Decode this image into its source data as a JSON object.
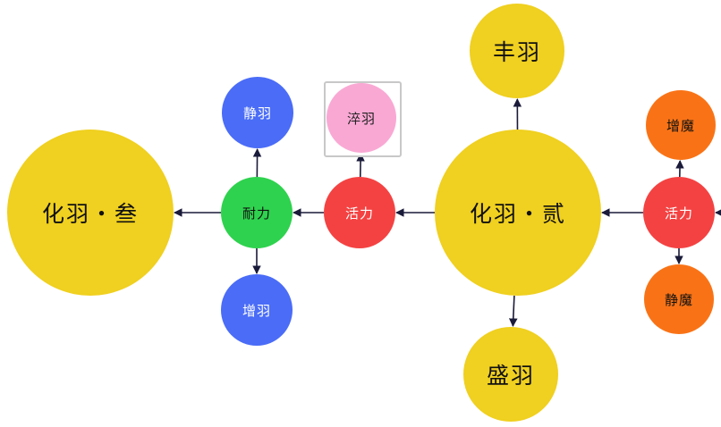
{
  "nodes": {
    "hua_san": {
      "label": "化羽・叁",
      "color": "#f0d020",
      "text_color": "#111111"
    },
    "hua_er": {
      "label": "化羽・贰",
      "color": "#f0d020",
      "text_color": "#111111"
    },
    "feng_yu": {
      "label": "丰羽",
      "color": "#f0d020",
      "text_color": "#111111"
    },
    "sheng_yu": {
      "label": "盛羽",
      "color": "#f0d020",
      "text_color": "#111111"
    },
    "nai_li": {
      "label": "耐力",
      "color": "#2ed24e",
      "text_color": "#111111"
    },
    "jing_yu": {
      "label": "静羽",
      "color": "#4a6cf7",
      "text_color": "#ffffff"
    },
    "zeng_yu": {
      "label": "增羽",
      "color": "#4a6cf7",
      "text_color": "#ffffff"
    },
    "huo_li_1": {
      "label": "活力",
      "color": "#f44242",
      "text_color": "#ffffff"
    },
    "cui_yu": {
      "label": "淬羽",
      "color": "#f9a8d4",
      "text_color": "#222222"
    },
    "huo_li_2": {
      "label": "活力",
      "color": "#f44242",
      "text_color": "#ffffff"
    },
    "zeng_mo": {
      "label": "增魔",
      "color": "#f97316",
      "text_color": "#111111"
    },
    "jing_mo": {
      "label": "静魔",
      "color": "#f97316",
      "text_color": "#111111"
    }
  },
  "edges": [
    [
      "huo_li_2",
      "hua_er"
    ],
    [
      "hua_er",
      "huo_li_1"
    ],
    [
      "hua_er",
      "feng_yu"
    ],
    [
      "hua_er",
      "sheng_yu"
    ],
    [
      "huo_li_1",
      "nai_li"
    ],
    [
      "huo_li_1",
      "cui_yu"
    ],
    [
      "nai_li",
      "hua_san"
    ],
    [
      "nai_li",
      "jing_yu"
    ],
    [
      "nai_li",
      "zeng_yu"
    ],
    [
      "huo_li_2",
      "zeng_mo"
    ],
    [
      "huo_li_2",
      "jing_mo"
    ]
  ],
  "selected": "cui_yu",
  "edge_color": "#1a1a3a"
}
